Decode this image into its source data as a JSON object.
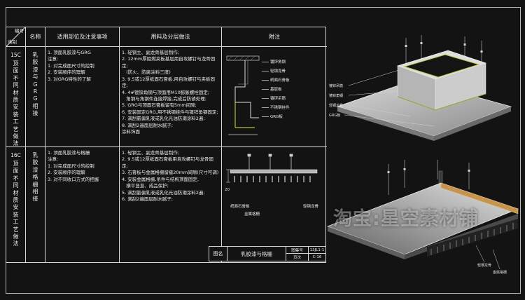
{
  "table": {
    "header": {
      "number": "编号",
      "category": "类别",
      "name": "名称",
      "usage": "适用部位及注意事项",
      "materials": "用料及分层做法",
      "notes": "附注"
    },
    "rows": [
      {
        "number": "15C",
        "category": "顶面不同材质安装工艺做法",
        "name": "乳胶漆与GRG相接",
        "usage": [
          "1. 顶面乳胶漆与GRG",
          "注意:",
          "1. 对完成面尺寸的控制",
          "2. 安装顺序的理解",
          "3. 对GRG特性的了解"
        ],
        "materials": [
          "1. 轻钢主、副龙骨基层制作;",
          "2. 12mm厚阻燃夹板基层用自攻螺钉与龙骨固定;",
          "   (防火、防腐涂料三度)",
          "3. 9.5或12厚纸面石膏板,用自攻螺钉与夹板固定;",
          "4. 4#镀锌角钢与顶面用M10膨胀螺栓固定;",
          "   角钢与角钢件连接焊接,完成后防锈处理;",
          "5. GRG与顶面石膏板留有5mm间隙;",
          "6. 安装固定GRG,用不锈钢挂件与镀锌角钢固定;",
          "7. 满刮氯偏乳液或乳化光油防潮涂料2遍;",
          "8. 满刮2遍面层耐水腻子;",
          "涂料饰面"
        ],
        "note_labels": [
          "镀锌角钢",
          "轻钢龙骨",
          "纸面石膏板",
          "基层板",
          "镀锌吊筋",
          "不锈钢挂件",
          "GRG板"
        ]
      },
      {
        "number": "16C",
        "category": "顶面不同材质安装工艺做法",
        "name": "乳胶漆格栅相接",
        "usage": [
          "1. 顶面乳胶漆与格栅",
          "注意:",
          "1. 对完成面尺寸的控制",
          "2. 安装顺序的理解",
          "3. 对不同收口方式的把握"
        ],
        "materials": [
          "1. 轻钢主、副龙骨基层制作;",
          "2. 9.5或12厚纸面石膏板用自攻螺钉与龙骨固定;",
          "3. 石膏板与金属格栅留缝20mm间隙(尺寸可调)",
          "4. 安装金属格栅,吊件与结构顶面固定,",
          "   横平竖直、成品保护;",
          "5. 满刮氯偏乳液或乳化光油防潮涂料2遍;",
          "6. 满刮2遍面层耐水腻子;"
        ],
        "note_labels": [
          "纸面石膏板",
          "轻钢龙骨",
          "金属格栅"
        ],
        "note_dim": "20"
      }
    ]
  },
  "titlebar": {
    "map_label": "图名",
    "map_value": "乳胶漆与格栅",
    "atlas_label": "图集号",
    "atlas_value": "13JL1-1",
    "page_label": "页次",
    "page_value": "C-16"
  },
  "drawings": {
    "top_labels": [
      "镀锌吊筋",
      "镀锌角钢",
      "轻钢龙骨",
      "GRG板"
    ],
    "bottom_labels": [
      "轻钢龙骨",
      "金属格栅"
    ]
  },
  "watermark": "淘宝:星空素材铺",
  "colors": {
    "background": "#131313",
    "table_line": "#d9d9d9",
    "text": "#ebebeb",
    "grg_accent": "#b9bc3a",
    "wood": "#c59550",
    "panel_gray": "#c9c9c9"
  }
}
